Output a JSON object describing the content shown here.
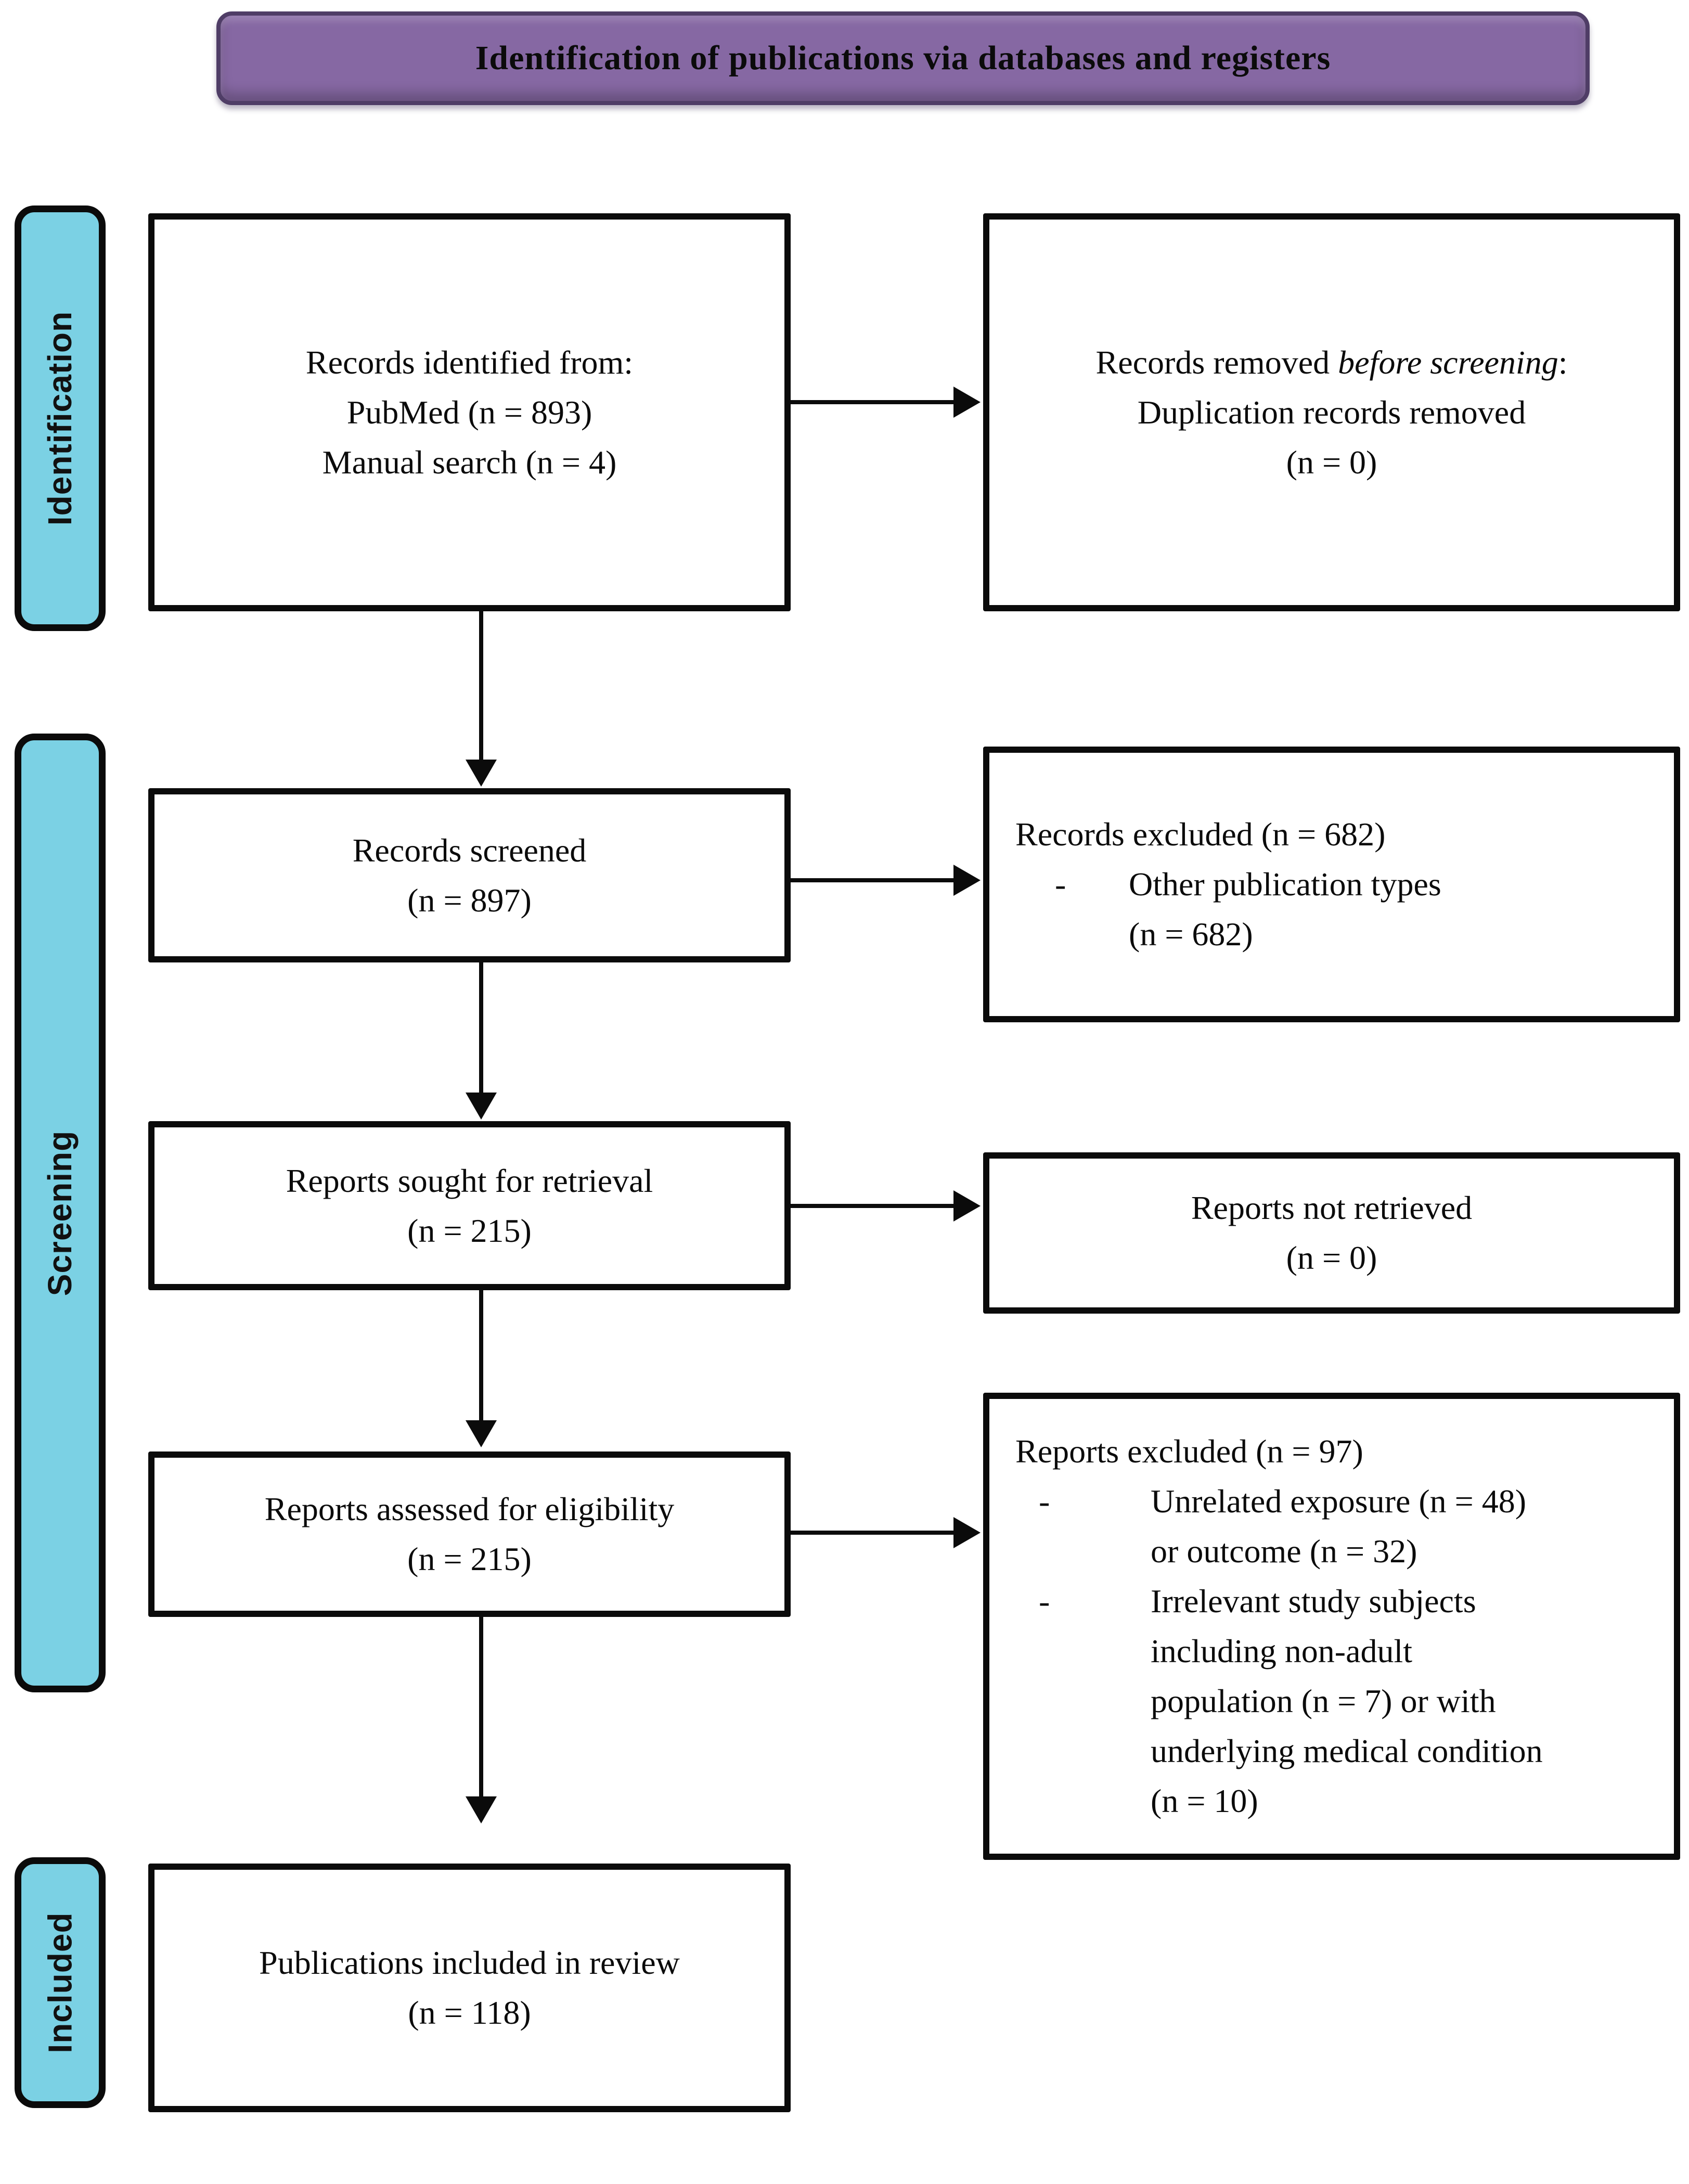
{
  "header": {
    "title": "Identification of publications via databases and registers"
  },
  "stages": {
    "identification": "Identification",
    "screening": "Screening",
    "included": "Included"
  },
  "boxes": {
    "records_identified": {
      "line1": "Records identified from:",
      "line2": "PubMed (n = 893)",
      "line3": "Manual search (n = 4)"
    },
    "records_removed": {
      "line1_normal": "Records removed ",
      "line1_italic": "before screening",
      "line1_end": ":",
      "line2": "Duplication records removed",
      "line3": "(n = 0)"
    },
    "records_screened": {
      "line1": "Records screened",
      "line2": "(n = 897)"
    },
    "records_excluded": {
      "heading": "Records excluded (n = 682)",
      "bullet_marker": "-",
      "bullet_line1": "Other publication types",
      "bullet_line2": "(n = 682)"
    },
    "reports_sought": {
      "line1": "Reports sought for retrieval",
      "line2": "(n = 215)"
    },
    "reports_not_retrieved": {
      "line1": "Reports not retrieved",
      "line2": "(n = 0)"
    },
    "reports_assessed": {
      "line1": "Reports assessed for eligibility",
      "line2": "(n = 215)"
    },
    "reports_excluded": {
      "heading": "Reports excluded (n = 97)",
      "bullet1_marker": "-",
      "bullet1_line1": "Unrelated exposure (n = 48)",
      "bullet1_line2": "or outcome (n = 32)",
      "bullet2_marker": "-",
      "bullet2_line1": "Irrelevant study subjects",
      "bullet2_line2": "including non-adult",
      "bullet2_line3": "population (n = 7) or with",
      "bullet2_line4": "underlying medical condition",
      "bullet2_line5": "(n = 10)"
    },
    "publications_included": {
      "line1": "Publications included in review",
      "line2": "(n = 118)"
    }
  },
  "colors": {
    "header_fill": "#8668A3",
    "header_border": "#4F3D66",
    "stage_fill": "#7BD1E4",
    "outline": "#0B0B0B"
  }
}
